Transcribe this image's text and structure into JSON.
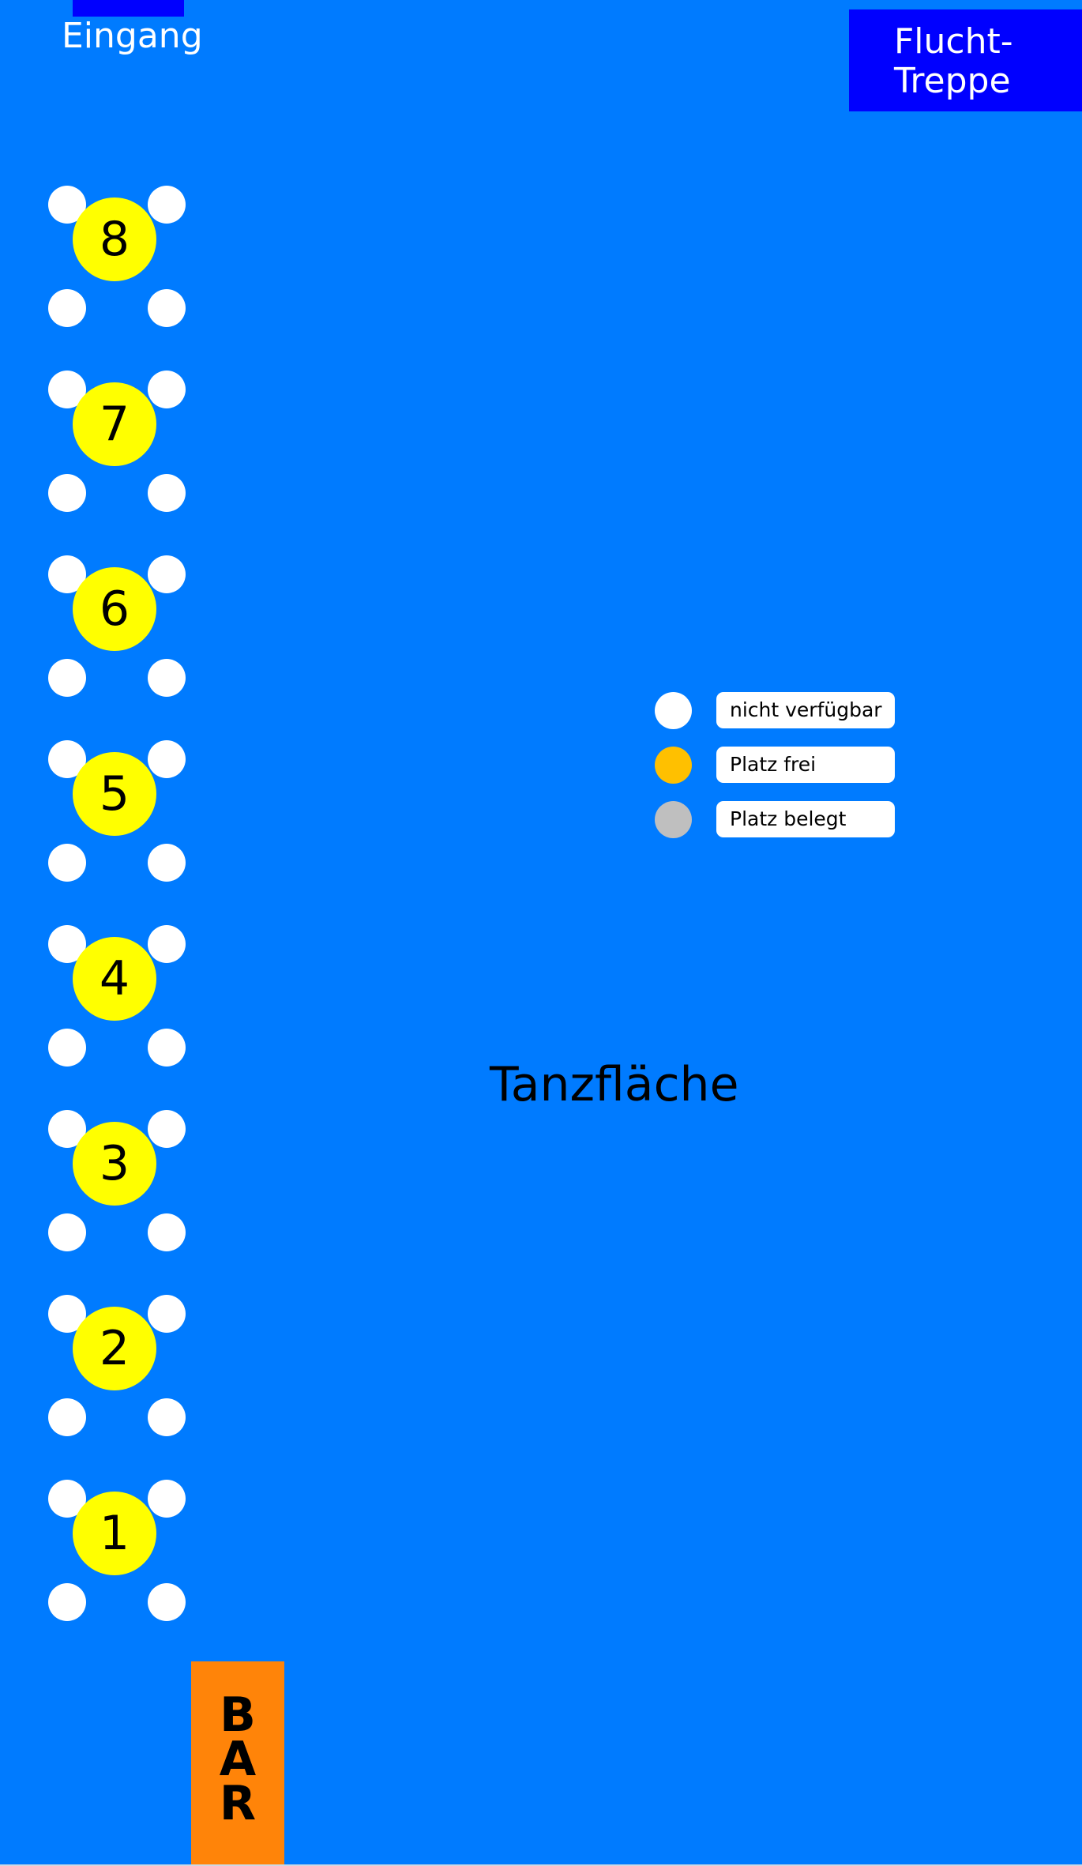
{
  "floorplan": {
    "entrance_label": "Eingang",
    "stairs_label_lines": [
      "Flucht-",
      "Treppe"
    ],
    "dance_floor_label": "Tanzfläche",
    "bar_letters": [
      "B",
      "A",
      "R"
    ],
    "tables": [
      {
        "number": "8",
        "seats": 4
      },
      {
        "number": "7",
        "seats": 4
      },
      {
        "number": "6",
        "seats": 4
      },
      {
        "number": "5",
        "seats": 4
      },
      {
        "number": "4",
        "seats": 4
      },
      {
        "number": "3",
        "seats": 4
      },
      {
        "number": "2",
        "seats": 4
      },
      {
        "number": "1",
        "seats": 4
      }
    ]
  },
  "legend": {
    "items": [
      {
        "label": "nicht verfügbar",
        "color": "#FFFFFF"
      },
      {
        "label": "Platz frei",
        "color": "#FFC000"
      },
      {
        "label": "Platz belegt",
        "color": "#BFBFBF"
      }
    ]
  },
  "colors": {
    "floor": "#007BFF",
    "entrance": "#0000FF",
    "stairs": "#0000FF",
    "table": "#FFFF00",
    "seat_unavailable": "#FFFFFF",
    "bar": "#FF8409"
  }
}
